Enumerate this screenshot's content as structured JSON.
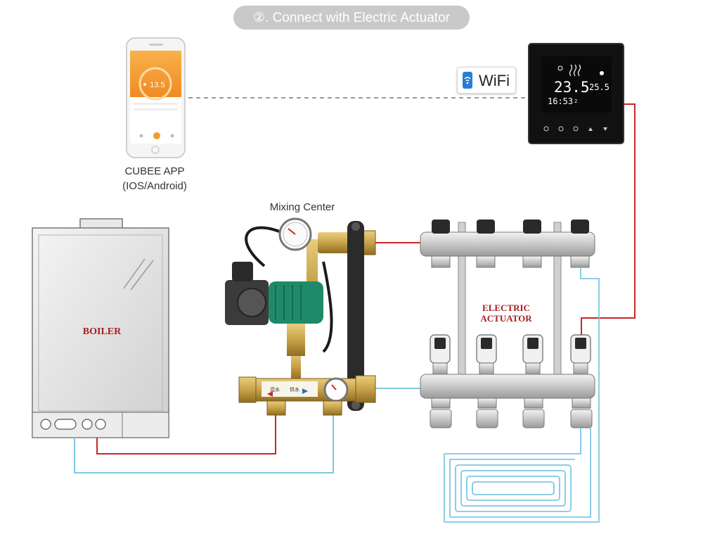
{
  "header": {
    "title": "②. Connect with Electric Actuator"
  },
  "phone": {
    "temperature": "13.5",
    "app_name": "CUBEE APP",
    "platform": "(IOS/Android)"
  },
  "wifi": {
    "label": "WiFi"
  },
  "thermostat": {
    "current_temp": "23.5",
    "set_temp": "25.5",
    "time": "16:53",
    "day": "2"
  },
  "mixing_center": {
    "label": "Mixing Center",
    "valve_marking_left": "混水",
    "valve_marking_right": "供水"
  },
  "boiler": {
    "label": "BOILER"
  },
  "actuator": {
    "label_line1": "ELECTRIC",
    "label_line2": "ACTUATOR"
  },
  "colors": {
    "hot_pipe": "#d22b2b",
    "cold_pipe": "#7ec8e3",
    "label_red": "#a61f1f",
    "pump_green": "#1f8a6a",
    "brass": "#c8a24a",
    "app_orange": "#f59b2c"
  }
}
